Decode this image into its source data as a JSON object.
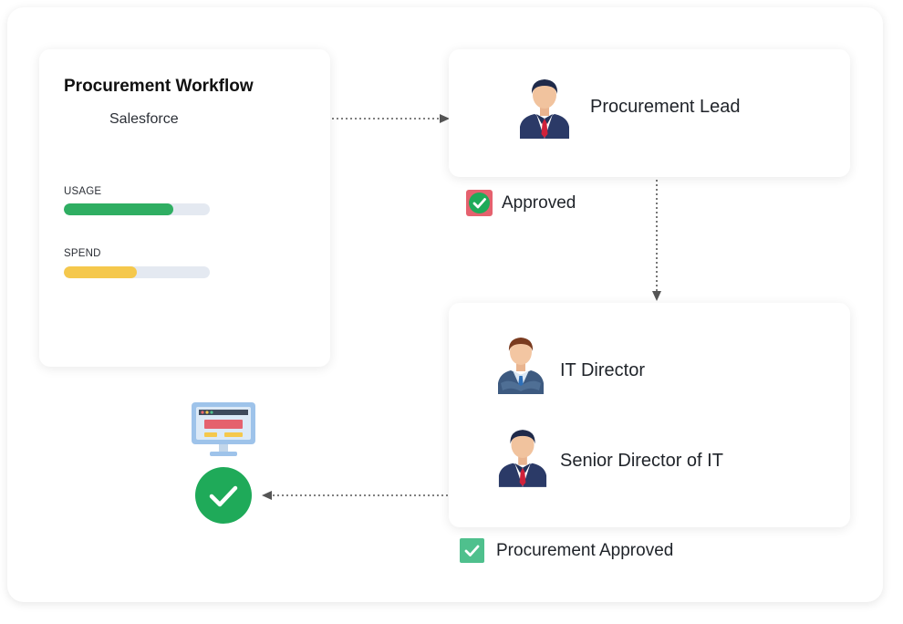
{
  "workflow": {
    "title": "Procurement Workflow",
    "app": "Salesforce",
    "usage": {
      "label": "USAGE",
      "level": 0.75,
      "color": "#2fae62"
    },
    "spend": {
      "label": "SPEND",
      "level": 0.5,
      "color": "#f5c84c"
    }
  },
  "lead": {
    "name": "Procurement Lead",
    "status": "Approved"
  },
  "directors": {
    "it_director": "IT Director",
    "senior_director": "Senior Director of IT",
    "status": "Procurement Approved"
  },
  "colors": {
    "success": "#1faa59",
    "arrow": "#555555",
    "check_square": "#4fc08d"
  },
  "icons": [
    "person-icon",
    "monitor-icon",
    "check-circle-icon",
    "check-square-icon"
  ]
}
